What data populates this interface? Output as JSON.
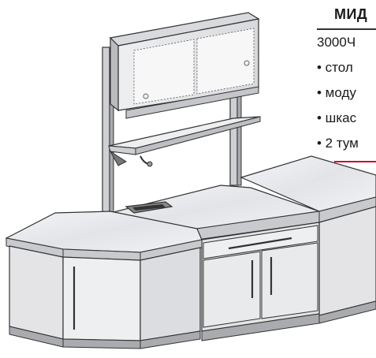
{
  "header": {
    "title": "МИД"
  },
  "spec": {
    "model": "3000Ч",
    "items": [
      "• стол",
      "• моду",
      "• шкас",
      "• 2 тум"
    ]
  },
  "colors": {
    "accent_rule": "#c8102e",
    "countertop": "#e9ebee",
    "cabinet": "#e4e4e6",
    "frame": "#c9cacd"
  }
}
